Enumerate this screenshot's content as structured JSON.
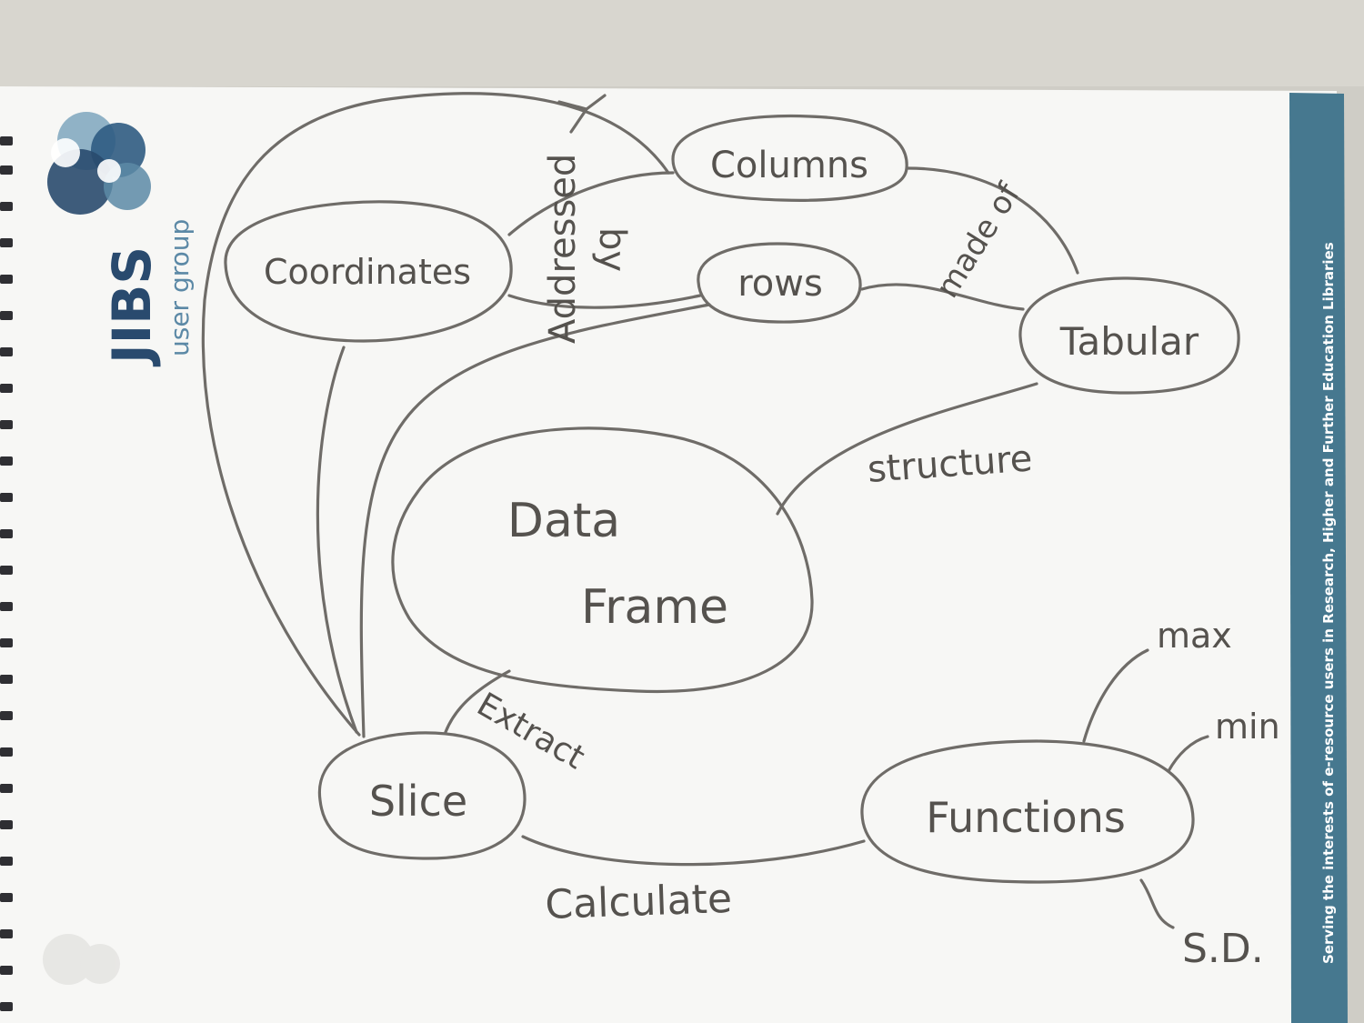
{
  "logo": {
    "main": "JIBS",
    "sub": "user group"
  },
  "side_band": {
    "text": "Serving the interests of e-resource users in Research, Higher and Further Education Libraries"
  },
  "nodes": {
    "columns": "Columns",
    "rows": "rows",
    "coordinates": "Coordinates",
    "tabular": "Tabular",
    "data_frame_line1": "Data",
    "data_frame_line2": "Frame",
    "slice": "Slice",
    "functions": "Functions"
  },
  "edge_labels": {
    "addressed": "Addressed",
    "by": "by",
    "made_of": "made of",
    "structure": "structure",
    "extract": "Extract",
    "calculate": "Calculate"
  },
  "leaves": {
    "max": "max",
    "min": "min",
    "sd": "S.D."
  },
  "colors": {
    "paper": "#f7f7f5",
    "ink": "#6f6c68",
    "band": "#46788f",
    "logo_dark": "#294a6e",
    "logo_light": "#5c89a6"
  }
}
